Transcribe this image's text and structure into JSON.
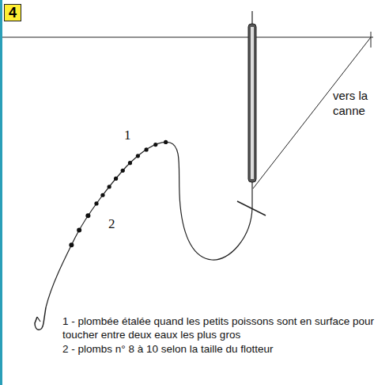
{
  "diagram": {
    "nodes": [
      {
        "text": [
          "4"
        ]
      }
    ],
    "labels": [
      "1",
      "2",
      "vers la canne",
      "1 - plombée étalée quand les petits poissons sont en surface pour toucher entre deux eaux les plus gros",
      "2 - plombs n° 8 à 10 selon la taille du flotteur"
    ]
  }
}
